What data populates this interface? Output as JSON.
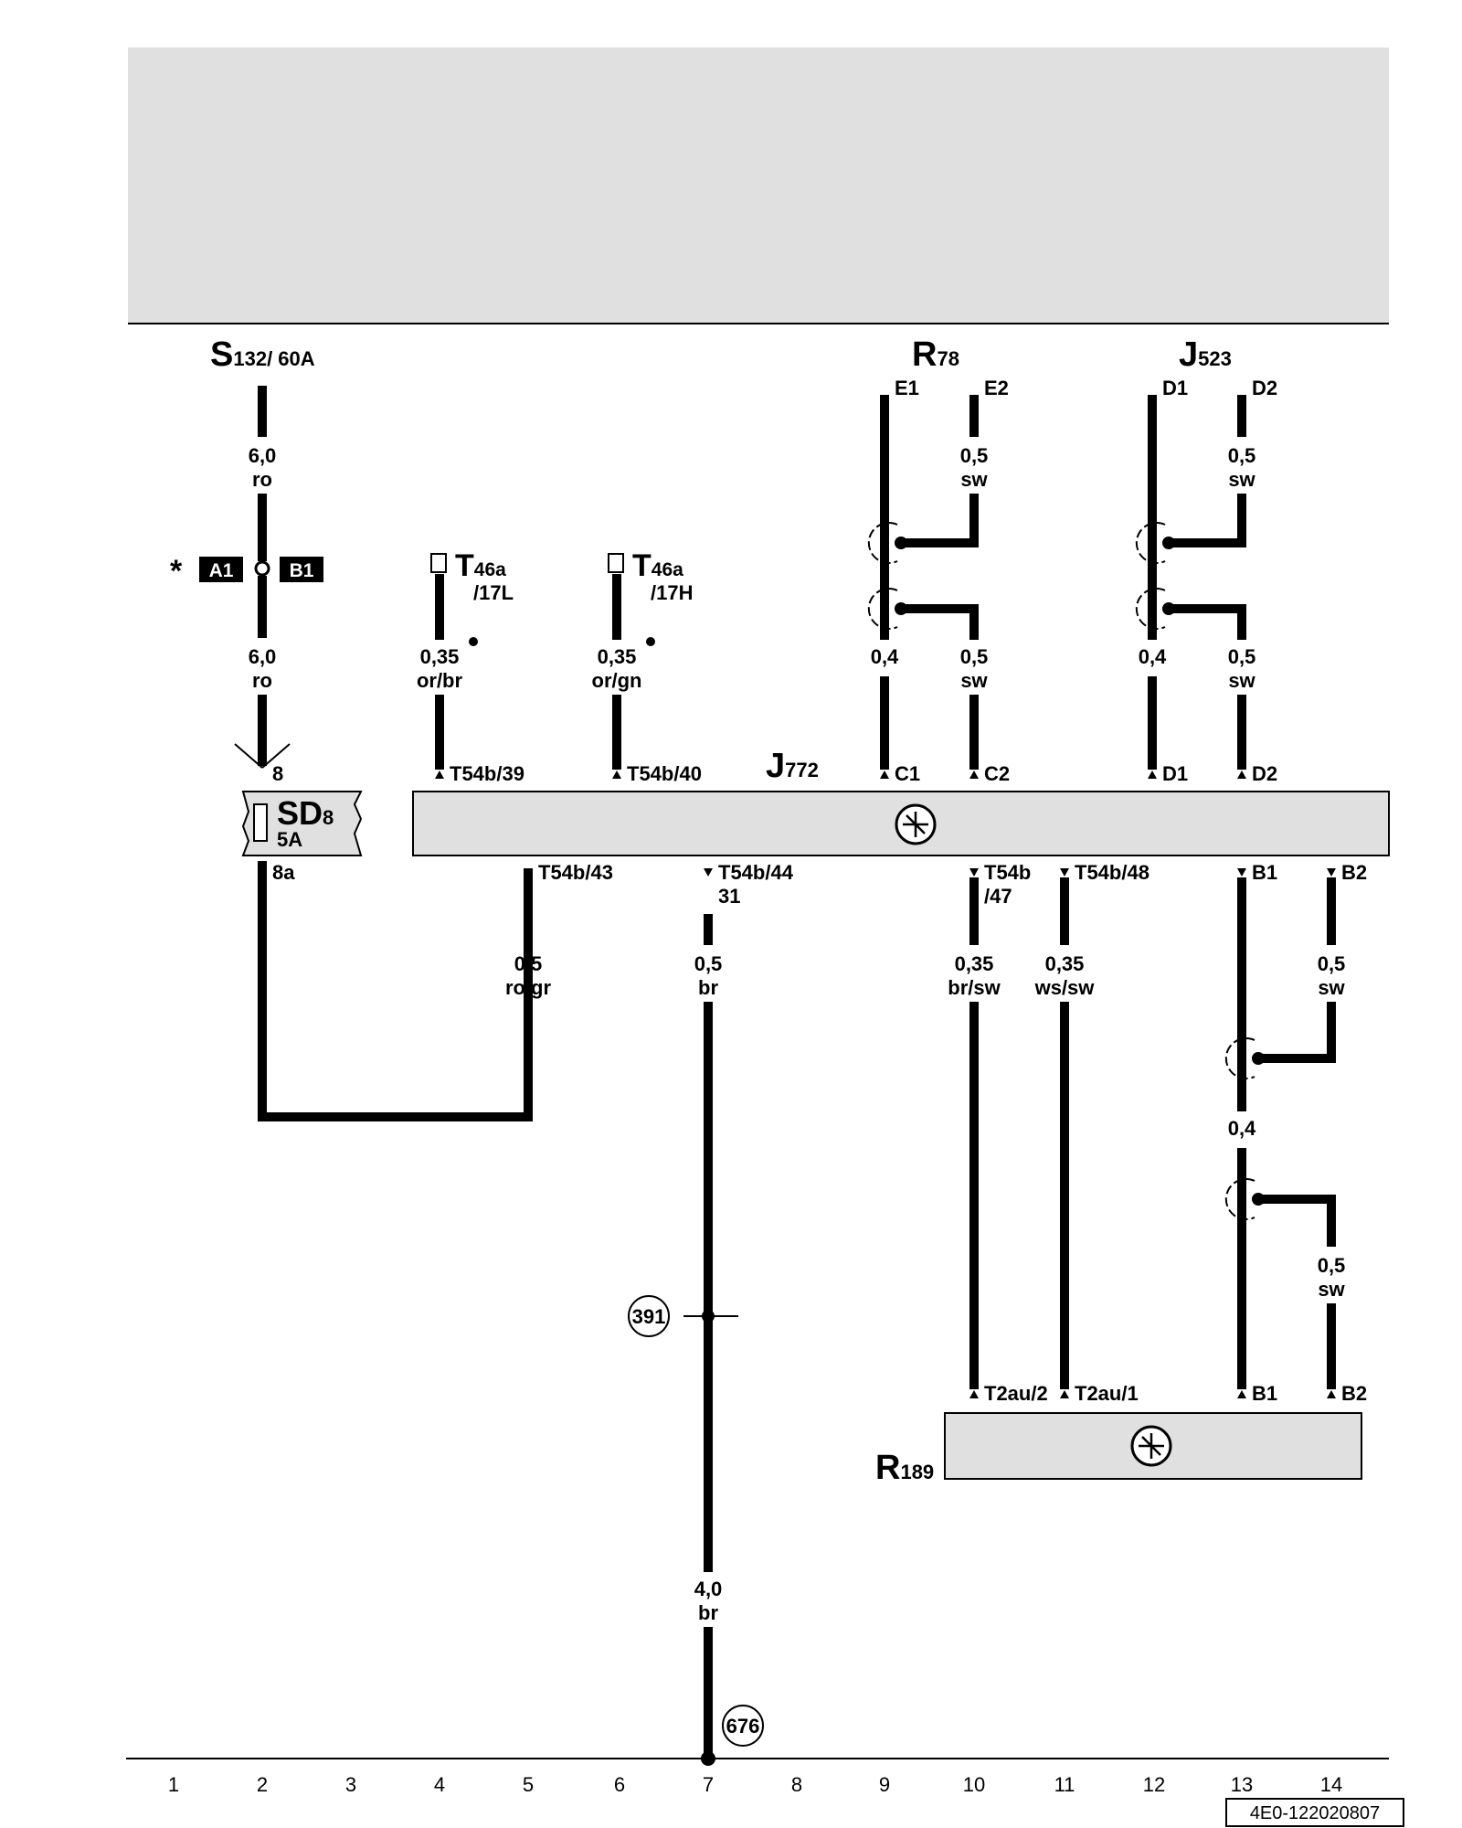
{
  "components": {
    "S": {
      "name": "S",
      "sub": "132",
      "rating": "/ 60A"
    },
    "R78": {
      "name": "R",
      "sub": "78"
    },
    "J523": {
      "name": "J",
      "sub": "523"
    },
    "J772": {
      "name": "J",
      "sub": "772"
    },
    "R189": {
      "name": "R",
      "sub": "189"
    },
    "T46a_L": {
      "name": "T",
      "sub": "46a",
      "pin": "/17L"
    },
    "T46a_H": {
      "name": "T",
      "sub": "46a",
      "pin": "/17H"
    },
    "SD": {
      "name": "SD",
      "sub": "8",
      "rating": "5A"
    }
  },
  "options": {
    "asterisk": "*",
    "a1": "A1",
    "b1": "B1"
  },
  "wires": {
    "w1": {
      "size": "6,0",
      "color": "ro"
    },
    "w2": {
      "size": "6,0",
      "color": "ro"
    },
    "w3": {
      "size": "0,35",
      "color": "or/br"
    },
    "w4": {
      "size": "0,35",
      "color": "or/gn"
    },
    "w5": {
      "size": "0,4"
    },
    "w6": {
      "size": "0,5",
      "color": "sw"
    },
    "w7": {
      "size": "0,5",
      "color": "sw"
    },
    "w8": {
      "size": "0,4"
    },
    "w9": {
      "size": "0,5",
      "color": "sw"
    },
    "w10": {
      "size": "0,5",
      "color": "sw"
    },
    "w11": {
      "size": "0,5",
      "color": "ro/gr"
    },
    "w12": {
      "size": "0,5",
      "color": "br"
    },
    "w13": {
      "size": "0,35",
      "color": "br/sw"
    },
    "w14": {
      "size": "0,35",
      "color": "ws/sw"
    },
    "w15": {
      "size": "0,5",
      "color": "sw"
    },
    "w16": {
      "size": "0,4"
    },
    "w17": {
      "size": "0,5",
      "color": "sw"
    },
    "w18": {
      "size": "4,0",
      "color": "br"
    }
  },
  "pins": {
    "sd_in": "8",
    "sd_out": "8a",
    "p39": "T54b/39",
    "p40": "T54b/40",
    "c1": "C1",
    "c2": "C2",
    "d1": "D1",
    "d2": "D2",
    "p43": "T54b/43",
    "p44": "T54b/44",
    "p44b": "31",
    "p47": "T54b",
    "p47b": "/47",
    "p48": "T54b/48",
    "b1": "B1",
    "b2": "B2",
    "e1top": "E1",
    "e2top": "E2",
    "d1top": "D1",
    "d2top": "D2",
    "t2au2": "T2au/2",
    "t2au1": "T2au/1",
    "rb1": "B1",
    "rb2": "B2"
  },
  "references": {
    "ref1": "391",
    "ref2": "676"
  },
  "columns": [
    "1",
    "2",
    "3",
    "4",
    "5",
    "6",
    "7",
    "8",
    "9",
    "10",
    "11",
    "12",
    "13",
    "14"
  ],
  "diagram_code": "4E0-122020807"
}
